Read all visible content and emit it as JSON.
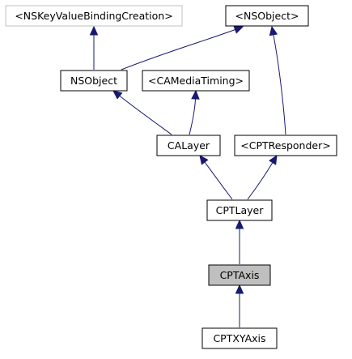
{
  "colors": {
    "edge": "#191970",
    "node_border": "#000000",
    "node_border_external": "#bfbfbf",
    "node_fill": "#ffffff",
    "node_fill_current": "#bfbfbf"
  },
  "nodes": {
    "nskvbc": {
      "label": "<NSKeyValueBindingCreation>",
      "kind": "external"
    },
    "nsobject_protocol": {
      "label": "<NSObject>",
      "kind": "normal"
    },
    "nsobject": {
      "label": "NSObject",
      "kind": "normal"
    },
    "camediatiming": {
      "label": "<CAMediaTiming>",
      "kind": "normal"
    },
    "calayer": {
      "label": "CALayer",
      "kind": "normal"
    },
    "cptresponder": {
      "label": "<CPTResponder>",
      "kind": "normal"
    },
    "cptlayer": {
      "label": "CPTLayer",
      "kind": "normal"
    },
    "cptaxis": {
      "label": "CPTAxis",
      "kind": "current"
    },
    "cptxyaxis": {
      "label": "CPTXYAxis",
      "kind": "normal"
    }
  },
  "edges": [
    {
      "from": "nsobject",
      "to": "nskvbc"
    },
    {
      "from": "nsobject",
      "to": "nsobject_protocol"
    },
    {
      "from": "calayer",
      "to": "nsobject"
    },
    {
      "from": "calayer",
      "to": "camediatiming"
    },
    {
      "from": "cptresponder",
      "to": "nsobject_protocol"
    },
    {
      "from": "cptlayer",
      "to": "calayer"
    },
    {
      "from": "cptlayer",
      "to": "cptresponder"
    },
    {
      "from": "cptaxis",
      "to": "cptlayer"
    },
    {
      "from": "cptxyaxis",
      "to": "cptaxis"
    }
  ]
}
